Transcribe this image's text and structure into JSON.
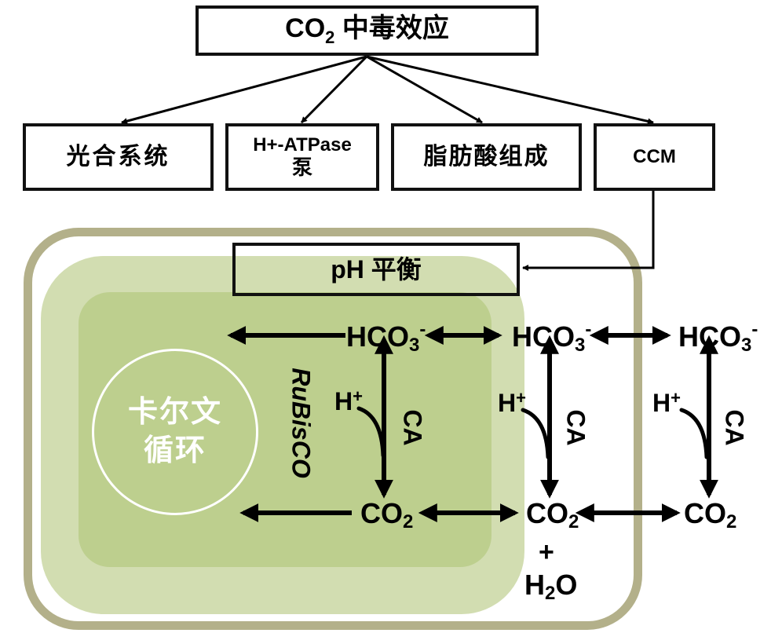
{
  "top_box": {
    "formula_main": "CO",
    "formula_sub": "2",
    "label": " 中毒效应"
  },
  "effects": [
    {
      "label": "光合系统"
    },
    {
      "label_line1": "H+-ATPase",
      "label_line2": "泵"
    },
    {
      "label": "脂肪酸组成"
    },
    {
      "label": "CCM"
    }
  ],
  "ph_box": {
    "label": "pH 平衡"
  },
  "calvin": {
    "line1": "卡尔文",
    "line2": "循环"
  },
  "enzymes": {
    "rubisco": "RuBisCO",
    "ca": "CA"
  },
  "species": {
    "bicarbonate": {
      "main": "HCO",
      "sub": "3",
      "sup": "-"
    },
    "co2": {
      "main": "CO",
      "sub": "2"
    },
    "proton": {
      "main": "H",
      "sup": "+"
    },
    "plus": "+",
    "water": {
      "main": "H",
      "sub": "2",
      "tail": "O"
    }
  },
  "colors": {
    "cell_wall": "#b3b08a",
    "chloroplast_outer": "#d2ddb1",
    "chloroplast_inner": "#bdcf8e",
    "arrow": "#000000"
  }
}
